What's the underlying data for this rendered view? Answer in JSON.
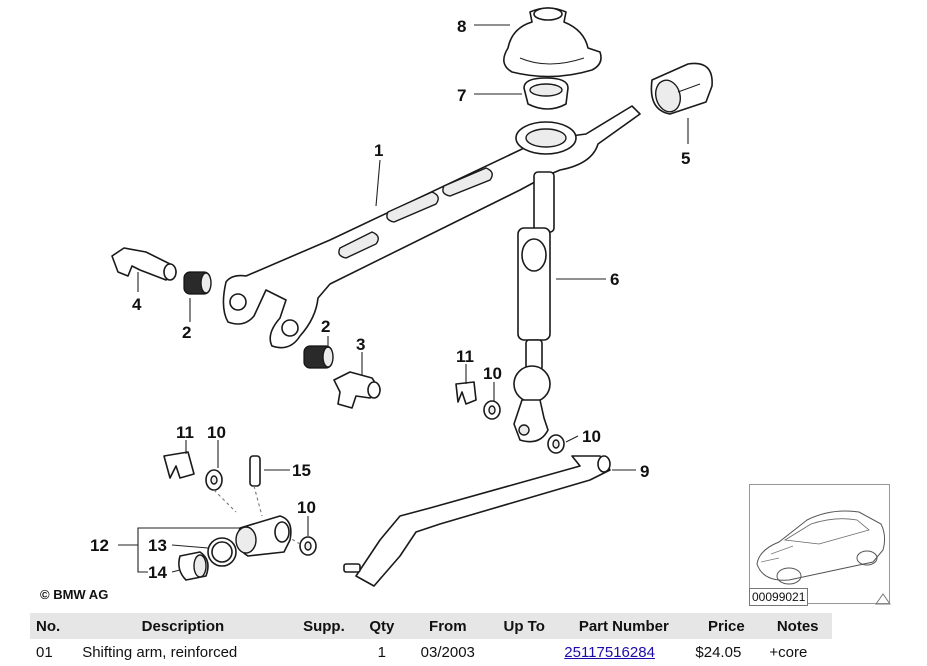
{
  "diagram": {
    "callouts": [
      "8",
      "7",
      "5",
      "1",
      "6",
      "4",
      "2",
      "2",
      "3",
      "11",
      "10",
      "11",
      "10",
      "10",
      "15",
      "10",
      "9",
      "12",
      "13",
      "14"
    ],
    "copyright": "© BMW AG",
    "diagram_id": "00099021"
  },
  "table": {
    "headers": {
      "no": "No.",
      "description": "Description",
      "supp": "Supp.",
      "qty": "Qty",
      "from": "From",
      "upto": "Up To",
      "part_number": "Part Number",
      "price": "Price",
      "notes": "Notes"
    },
    "rows": [
      {
        "no": "01",
        "description": "Shifting arm, reinforced",
        "supp": "",
        "qty": "1",
        "from": "03/2003",
        "upto": "",
        "part_number": "25117516284",
        "price": "$24.05",
        "notes": "+core"
      }
    ]
  }
}
